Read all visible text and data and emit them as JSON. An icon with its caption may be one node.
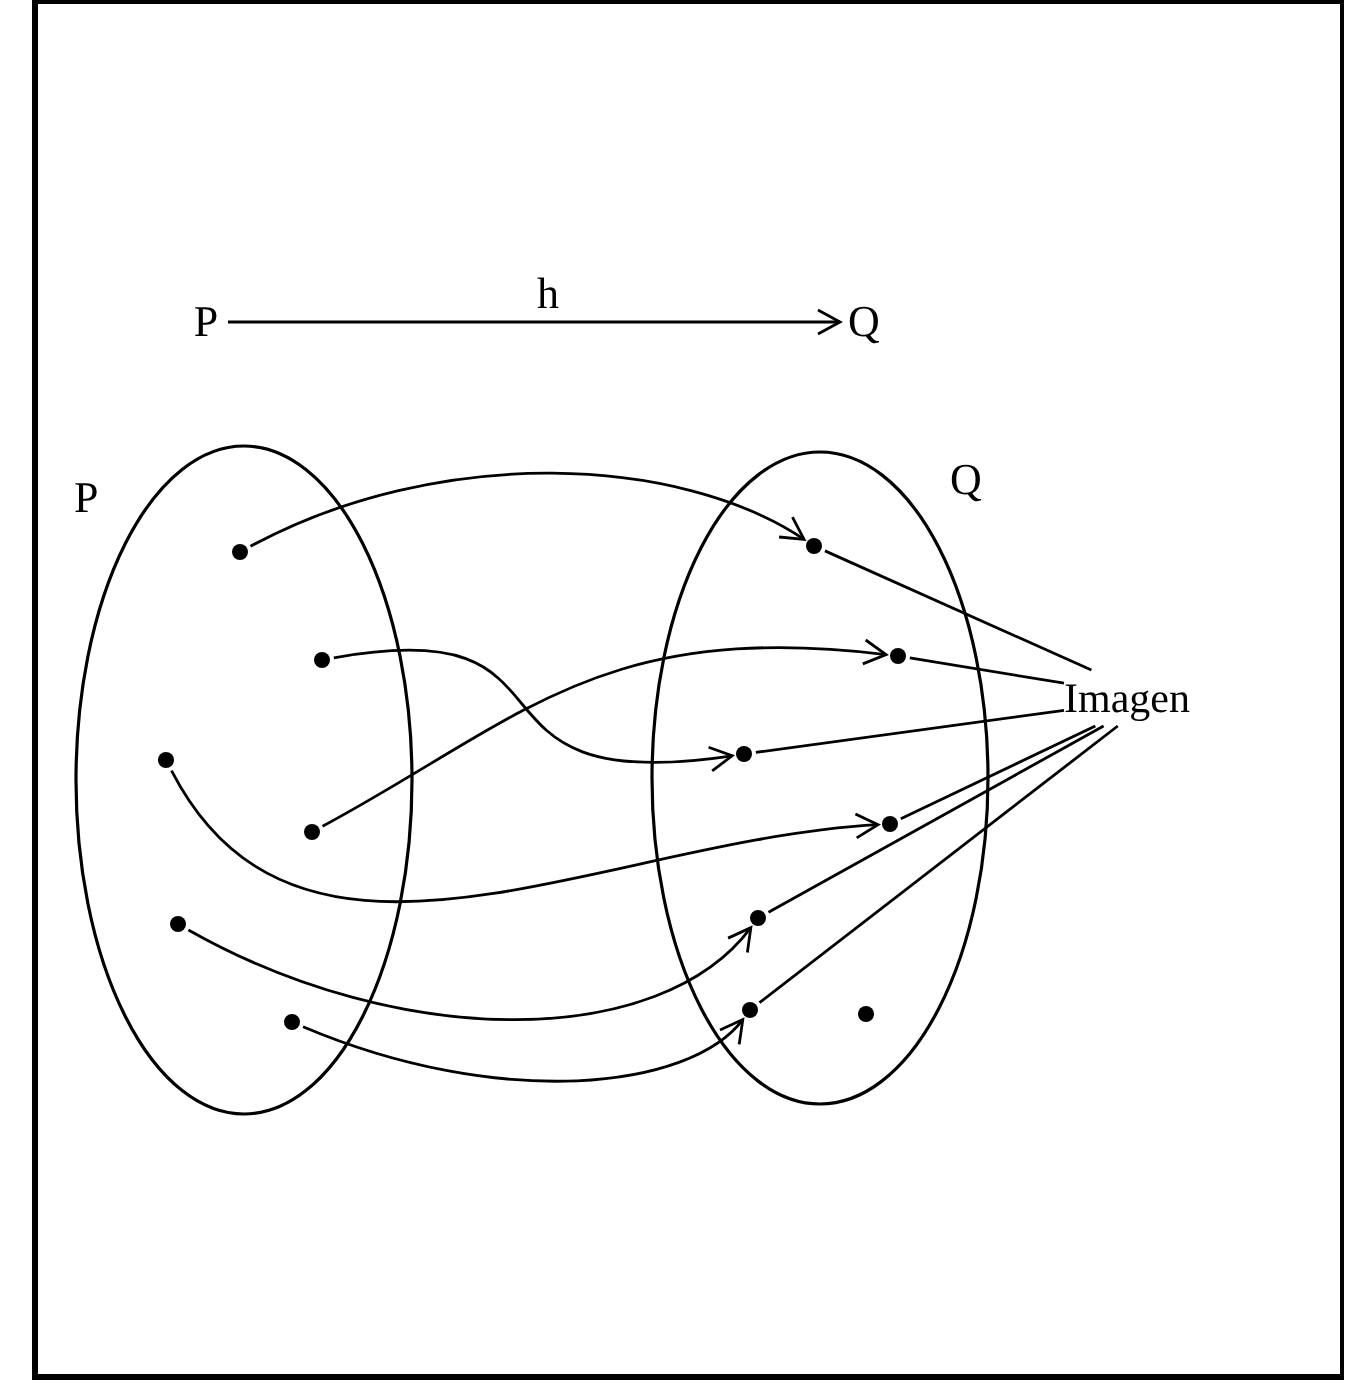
{
  "diagram": {
    "nodes": [
      {
        "text": [
          "P"
        ]
      },
      {
        "text": [
          "Q"
        ]
      },
      {
        "text": [
          "P"
        ]
      },
      {
        "text": [
          "Q"
        ]
      },
      {
        "text": [],
        "shape": "circle",
        "in": 2
      },
      {
        "text": [],
        "shape": "circle",
        "in": 2
      },
      {
        "text": [],
        "shape": "circle",
        "in": 2
      },
      {
        "text": [],
        "shape": "circle",
        "in": 2
      },
      {
        "text": [],
        "shape": "circle",
        "in": 2
      },
      {
        "text": [],
        "shape": "circle",
        "in": 2
      },
      {
        "text": [],
        "shape": "circle",
        "in": 3
      },
      {
        "text": [],
        "shape": "circle",
        "in": 3
      },
      {
        "text": [],
        "shape": "circle",
        "in": 3
      },
      {
        "text": [],
        "shape": "circle",
        "in": 3
      },
      {
        "text": [],
        "shape": "circle",
        "in": 3
      },
      {
        "text": [],
        "shape": "circle",
        "in": 3
      },
      {
        "text": [],
        "shape": "circle",
        "in": 3
      },
      {
        "text": [
          "Imagen"
        ]
      }
    ],
    "edges": [
      {
        "from": 0,
        "to": 1,
        "arrow": "to",
        "label": "h"
      },
      {
        "from": 4,
        "to": 10,
        "arrow": "to"
      },
      {
        "from": 5,
        "to": 12,
        "arrow": "to"
      },
      {
        "from": 7,
        "to": 11,
        "arrow": "to"
      },
      {
        "from": 6,
        "to": 13,
        "arrow": "to"
      },
      {
        "from": 8,
        "to": 14,
        "arrow": "to"
      },
      {
        "from": 9,
        "to": 15,
        "arrow": "to"
      },
      {
        "from": 10,
        "to": 17,
        "arrow": "none"
      },
      {
        "from": 11,
        "to": 17,
        "arrow": "none"
      },
      {
        "from": 12,
        "to": 17,
        "arrow": "none"
      },
      {
        "from": 13,
        "to": 17,
        "arrow": "none"
      },
      {
        "from": 14,
        "to": 17,
        "arrow": "none"
      },
      {
        "from": 15,
        "to": 17,
        "arrow": "none"
      }
    ]
  }
}
